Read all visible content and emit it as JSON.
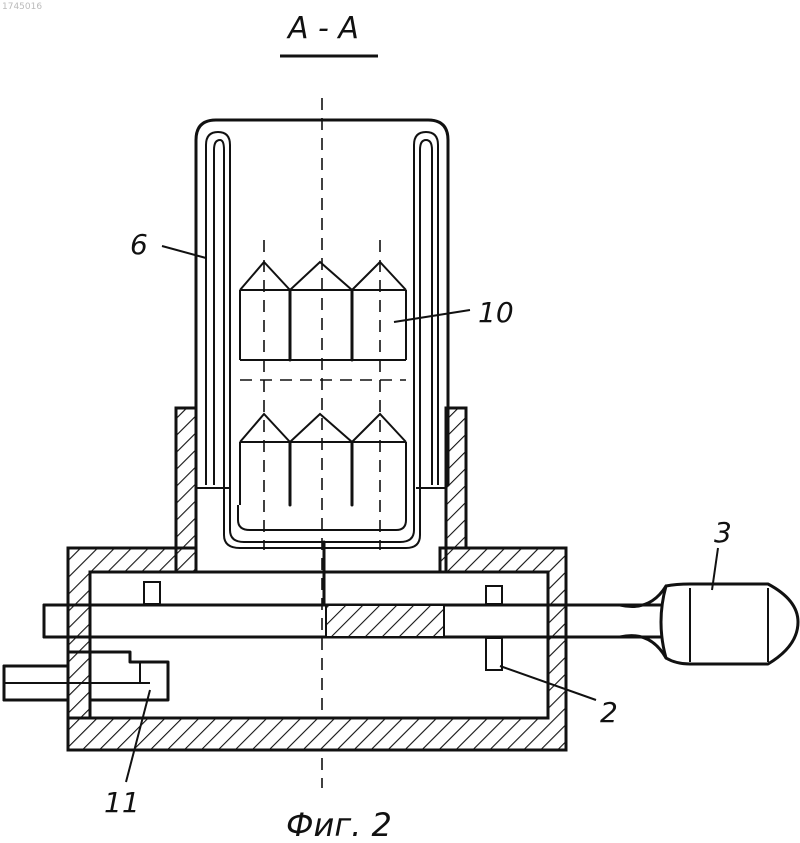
{
  "figure": {
    "stamp": "1745016",
    "section_title": "А - А",
    "caption": "Фиг. 2",
    "callouts": {
      "label_6": "6",
      "label_10": "10",
      "label_3": "3",
      "label_2": "2",
      "label_11": "11"
    }
  },
  "colors": {
    "ink": "#111111",
    "paper": "#ffffff"
  }
}
